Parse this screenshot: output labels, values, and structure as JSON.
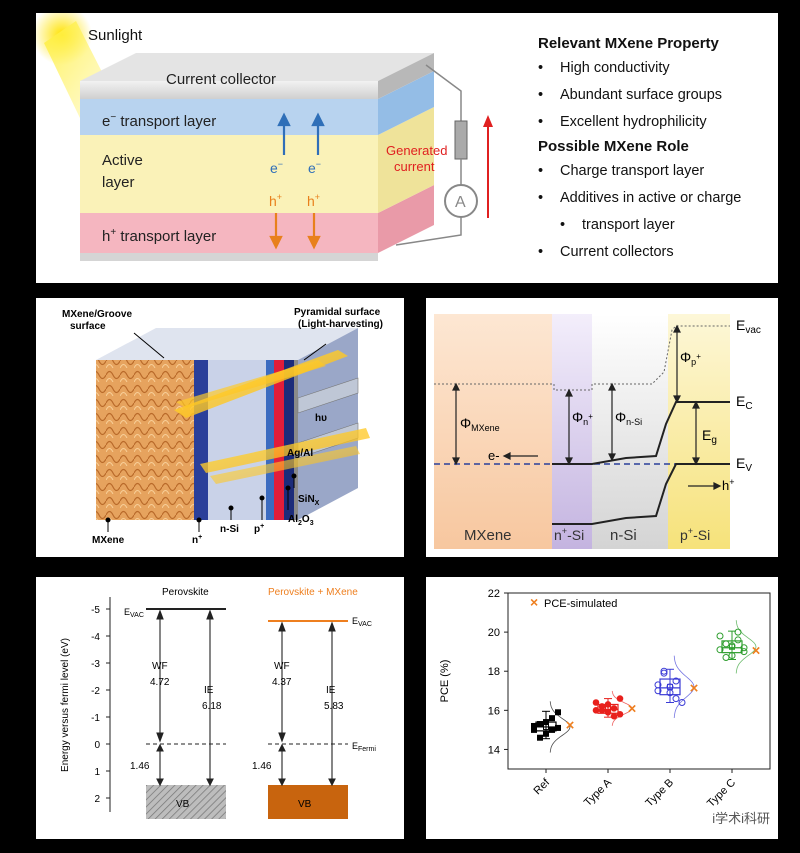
{
  "top": {
    "sunlight": "Sunlight",
    "current_collector": "Current collector",
    "e_layer": {
      "main": "e",
      "sup": "−",
      "rest": " transport layer"
    },
    "active_layer": [
      "Active",
      "layer"
    ],
    "h_layer": {
      "main": "h",
      "sup": "+",
      "rest": " transport layer"
    },
    "e_label": "e",
    "h_label": "h",
    "generated_current": [
      "Generated",
      "current"
    ],
    "ammeter": "A",
    "property_title": "Relevant MXene Property",
    "properties": [
      "High conductivity",
      "Abundant surface groups",
      "Excellent hydrophilicity"
    ],
    "role_title": "Possible MXene Role",
    "roles": [
      "Charge transport layer",
      "Additives in active or charge",
      "transport layer",
      "Current collectors"
    ]
  },
  "device": {
    "mxene_groove": [
      "MXene/Groove",
      "surface"
    ],
    "pyramidal": [
      "Pyramidal surface",
      "(Light-harvesting)"
    ],
    "hv": "hυ",
    "agal": "Ag/Al",
    "sinx": "SiNx",
    "al2o3": "Al2O3",
    "mxene": "MXene",
    "n_plus": "n+",
    "n_si": "n-Si",
    "p_plus": "p+"
  },
  "band": {
    "evac": "Evac",
    "ec": "EC",
    "ev": "EV",
    "eg": "Eg",
    "phi_mxene": "ΦMXene",
    "phi_nplus": "Φn+",
    "phi_nsi": "Φn-Si",
    "phi_pplus": "Φp+",
    "e_minus": "e-",
    "h_plus": "h+",
    "regions": [
      "MXene",
      "n+-Si",
      "n-Si",
      "p+-Si"
    ]
  },
  "energy": {
    "y_axis_label": "Energy versus fermi level (eV)",
    "ticks": [
      "-5",
      "-4",
      "-3",
      "-2",
      "-1",
      "0",
      "1",
      "2"
    ],
    "left_title": "Perovskite",
    "right_title": "Perovskite + MXene",
    "evac": "EVAC",
    "efermi": "EFermi",
    "wf": "WF",
    "ie": "IE",
    "left_wf": "4.72",
    "left_ie": "6.18",
    "left_gap": "1.46",
    "right_wf": "4.37",
    "right_ie": "5.83",
    "right_gap": "1.46",
    "vb": "VB"
  },
  "chart_data": {
    "type": "scatter",
    "categories": [
      "Ref",
      "Type A",
      "Type B",
      "Type C"
    ],
    "ylabel": "PCE (%)",
    "ylim": [
      13,
      22
    ],
    "yticks": [
      14,
      16,
      18,
      20,
      22
    ],
    "legend": "PCE-simulated",
    "legend_position": "top-left",
    "colors": [
      "#000000",
      "#e8201c",
      "#3b3bd6",
      "#2e9e2e"
    ],
    "simulated_color": "#ee7f1f",
    "measured": [
      [
        15.0,
        15.3,
        14.8,
        15.6,
        15.1,
        15.2,
        14.6,
        15.4,
        15.0,
        15.9
      ],
      [
        16.0,
        16.2,
        15.9,
        16.1,
        15.8,
        16.4,
        16.0,
        16.3,
        15.7,
        16.6
      ],
      [
        17.3,
        17.9,
        16.9,
        17.5,
        16.4,
        17.0,
        18.0,
        17.2,
        16.6
      ],
      [
        19.1,
        19.4,
        18.8,
        19.6,
        19.0,
        19.8,
        18.7,
        19.3,
        20.0,
        19.2
      ]
    ],
    "box": [
      {
        "q1": 14.95,
        "median": 15.15,
        "q3": 15.4,
        "mean": 15.15,
        "whisk_lo": 14.55,
        "whisk_hi": 15.95
      },
      {
        "q1": 15.85,
        "median": 16.05,
        "q3": 16.3,
        "mean": 16.1,
        "whisk_lo": 15.65,
        "whisk_hi": 16.6
      },
      {
        "q1": 16.8,
        "median": 17.15,
        "q3": 17.6,
        "mean": 17.2,
        "whisk_lo": 16.4,
        "whisk_hi": 18.1
      },
      {
        "q1": 18.95,
        "median": 19.2,
        "q3": 19.55,
        "mean": 19.25,
        "whisk_lo": 18.6,
        "whisk_hi": 20.05
      }
    ],
    "simulated": [
      15.25,
      16.1,
      17.15,
      19.05
    ]
  },
  "watermark": "i学术i科研"
}
